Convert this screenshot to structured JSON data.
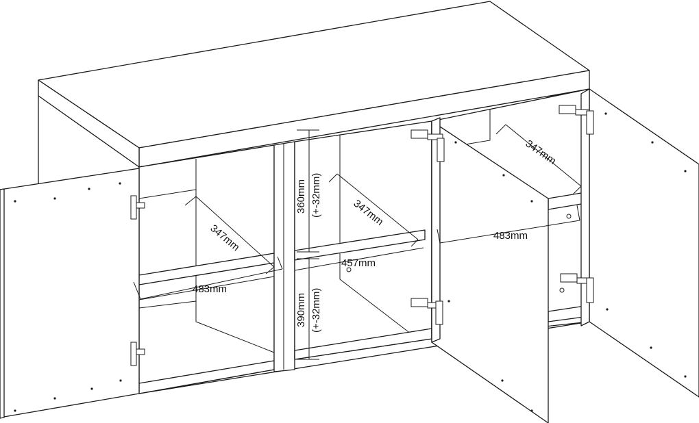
{
  "labels": {
    "depth_top_right": "347mm",
    "depth_upper_middle": "347mm",
    "depth_left": "347mm",
    "height_upper": "360mm",
    "height_upper_tol": "(+-32mm)",
    "height_lower": "390mm",
    "height_lower_tol": "(+-32mm)",
    "width_middle": "457mm",
    "width_left": "483mm",
    "width_right": "483mm"
  },
  "colors": {
    "line": "#1a1a1a",
    "background": "#ffffff"
  }
}
